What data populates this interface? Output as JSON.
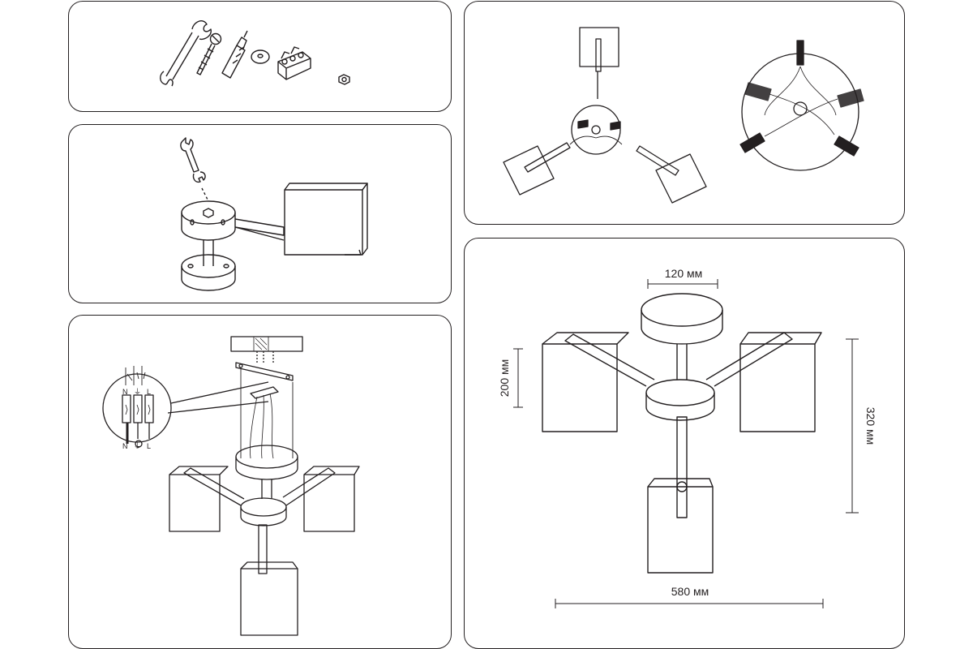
{
  "panels": {
    "parts": {
      "icons": [
        "wrench-icon",
        "screw-icon",
        "wall-plug-icon",
        "washer-icon",
        "terminal-block-icon",
        "nut-icon"
      ]
    },
    "mounting": {
      "icons": [
        "wrench-icon",
        "nut-icon"
      ]
    },
    "arms": {
      "icons": [
        "wire-connector-icon"
      ]
    },
    "wiring": {
      "terminal_labels": [
        "N",
        "⏚",
        "L"
      ]
    },
    "dimensions": {
      "top_diameter": "120 мм",
      "shade_height": "200 мм",
      "total_height": "320 мм",
      "total_width": "580 мм"
    }
  },
  "colors": {
    "line": "#231f20",
    "background": "#ffffff"
  }
}
